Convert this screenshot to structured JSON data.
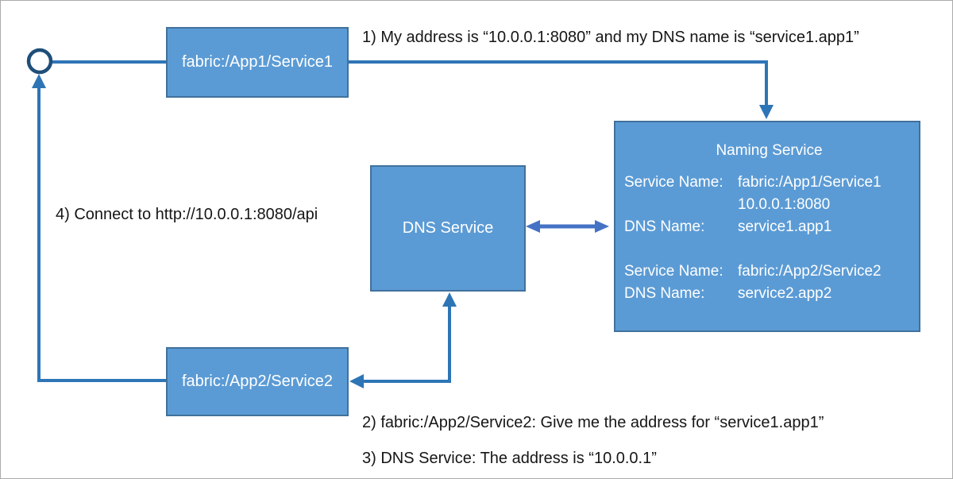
{
  "diagram": {
    "type": "architecture-flow",
    "topic": "Service Fabric DNS name resolution"
  },
  "nodes": {
    "service1_box": {
      "label": "fabric:/App1/Service1"
    },
    "service2_box": {
      "label": "fabric:/App2/Service2"
    },
    "dns_box": {
      "label": "DNS Service"
    },
    "naming_box": {
      "title": "Naming Service",
      "records": [
        {
          "rows": [
            {
              "label": "Service Name:",
              "value": "fabric:/App1/Service1"
            },
            {
              "label": "",
              "value": "10.0.0.1:8080"
            },
            {
              "label": "DNS Name:",
              "value": "service1.app1"
            }
          ]
        },
        {
          "rows": [
            {
              "label": "Service Name:",
              "value": "fabric:/App2/Service2"
            },
            {
              "label": "DNS Name:",
              "value": "service2.app2"
            }
          ]
        }
      ]
    }
  },
  "annotations": {
    "step1": "1) My address is “10.0.0.1:8080” and my DNS name is “service1.app1”",
    "step2": "2) fabric:/App2/Service2: Give me the address for “service1.app1”",
    "step3": "3) DNS Service: The address is “10.0.0.1”",
    "step4": "4) Connect to http://10.0.0.1:8080/api"
  },
  "colors": {
    "box_fill": "#5B9BD5",
    "box_border": "#41719C",
    "connector": "#2E75B6",
    "double_arrow": "#4472C4",
    "circle_stroke": "#1F4E79",
    "box_text": "#FFFFFF",
    "annotation_text": "#161616",
    "canvas_border": "#ABABAB"
  }
}
